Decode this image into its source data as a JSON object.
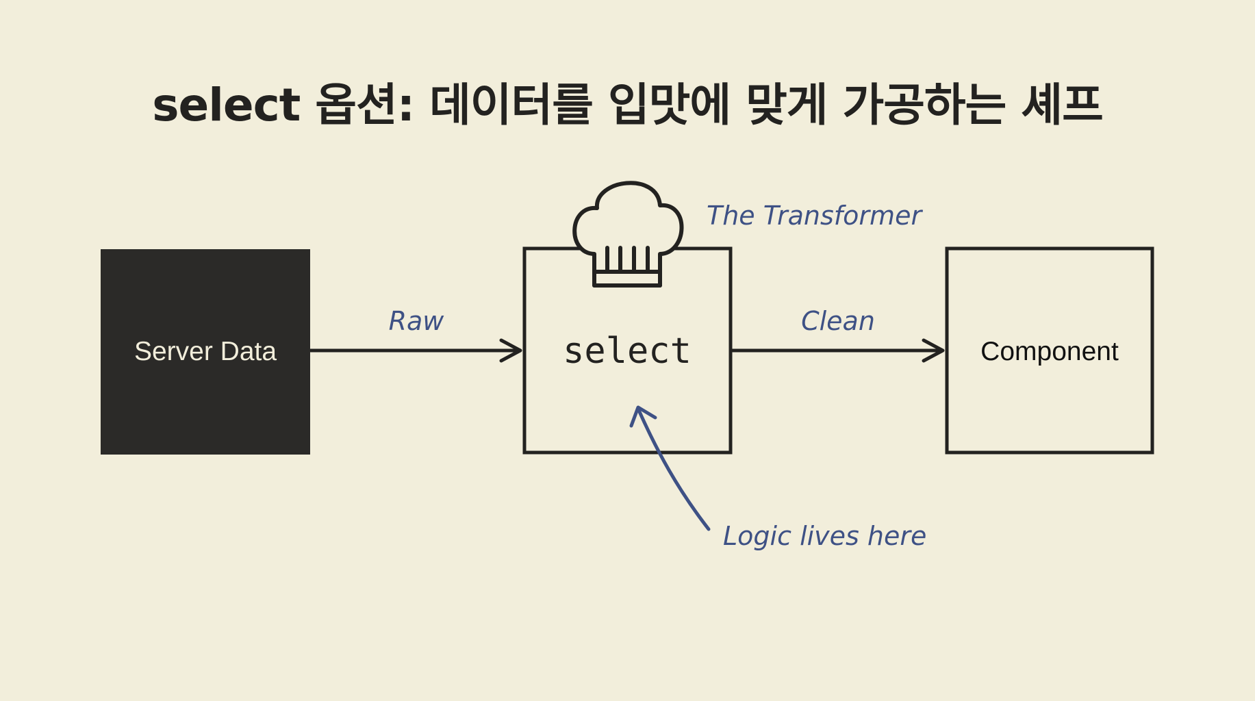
{
  "title": "select 옵션: 데이터를 입맛에 맞게 가공하는 셰프",
  "nodes": {
    "source": {
      "label": "Server Data"
    },
    "transformer": {
      "label": "select",
      "icon": "chef-hat-icon"
    },
    "target": {
      "label": "Component"
    }
  },
  "edges": {
    "raw": {
      "label": "Raw"
    },
    "clean": {
      "label": "Clean"
    }
  },
  "annotations": {
    "transformer_note": "The Transformer",
    "logic_note": "Logic lives here"
  },
  "colors": {
    "background": "#f2eedb",
    "ink": "#232220",
    "dark_box": "#2b2a28",
    "annotation_blue": "#3e5185"
  }
}
